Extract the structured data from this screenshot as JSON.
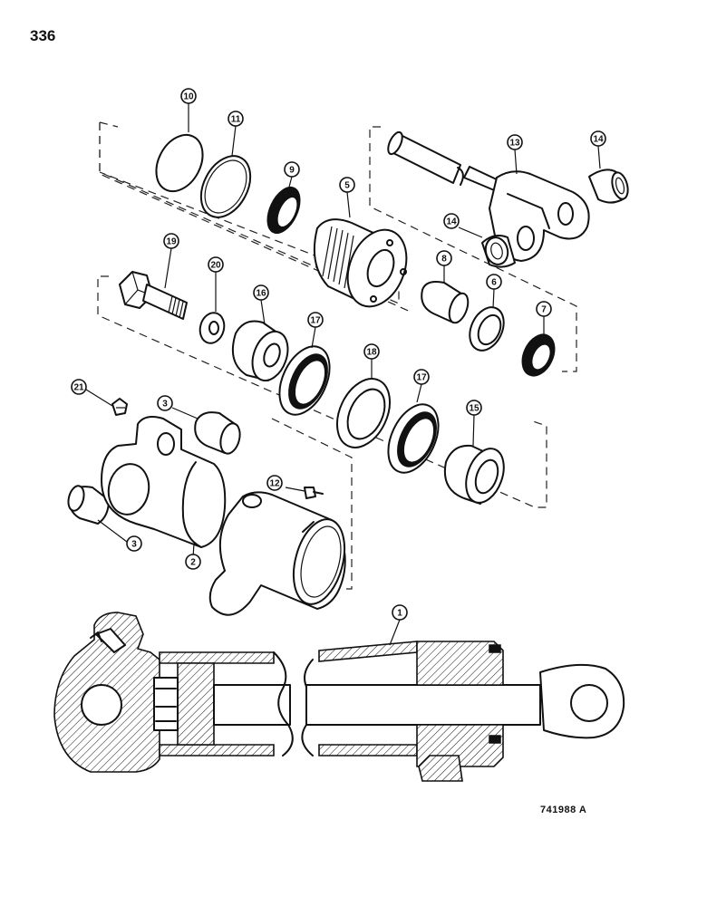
{
  "page_number": "336",
  "figure_code": "741988 A",
  "callouts": [
    "10",
    "11",
    "9",
    "5",
    "13",
    "14",
    "14",
    "19",
    "20",
    "16",
    "17",
    "8",
    "6",
    "7",
    "21",
    "3",
    "18",
    "17",
    "15",
    "12",
    "3",
    "2",
    "1"
  ]
}
